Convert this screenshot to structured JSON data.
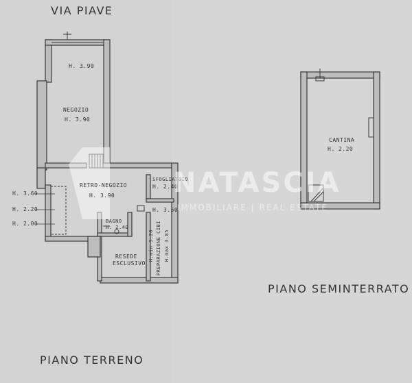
{
  "street_label": "VIA PIAVE",
  "ground_floor": {
    "title": "PIANO TERRENO",
    "rooms": {
      "negozio_top_height": "H. 3.90",
      "negozio_name": "NEGOZIO",
      "negozio_height": "H. 3.90",
      "retro_negozio_name": "RETRO-NEGOZIO",
      "retro_negozio_height": "H. 3.90",
      "sfogliatoio_name": "SFOGLIATOIO",
      "sfogliatoio_height": "H. 2.40",
      "height_350": "H. 3.50",
      "bagno_name": "BAGNO",
      "bagno_height": "H. 2.40",
      "preparazione_name": "PREPARAZIONE CIBI",
      "preparazione_height": "H.min 3.20",
      "preparazione_max": "H.max 3.85",
      "resede_line1": "RESEDE",
      "resede_line2": "ESCLUSIVO"
    },
    "side_heights": [
      "H. 3.60",
      "H. 2.20",
      "H. 2.00"
    ]
  },
  "basement": {
    "title": "PIANO SEMINTERRATO",
    "room_name": "CANTINA",
    "room_height": "H. 2.20"
  },
  "watermark": {
    "brand": "NATASCIA",
    "tagline": "IMMOBILIARE | REAL ESTATE"
  },
  "colors": {
    "background": "#d3d3d3",
    "wall": "#3a3a3a",
    "wall_fill": "#bcbcbc"
  }
}
